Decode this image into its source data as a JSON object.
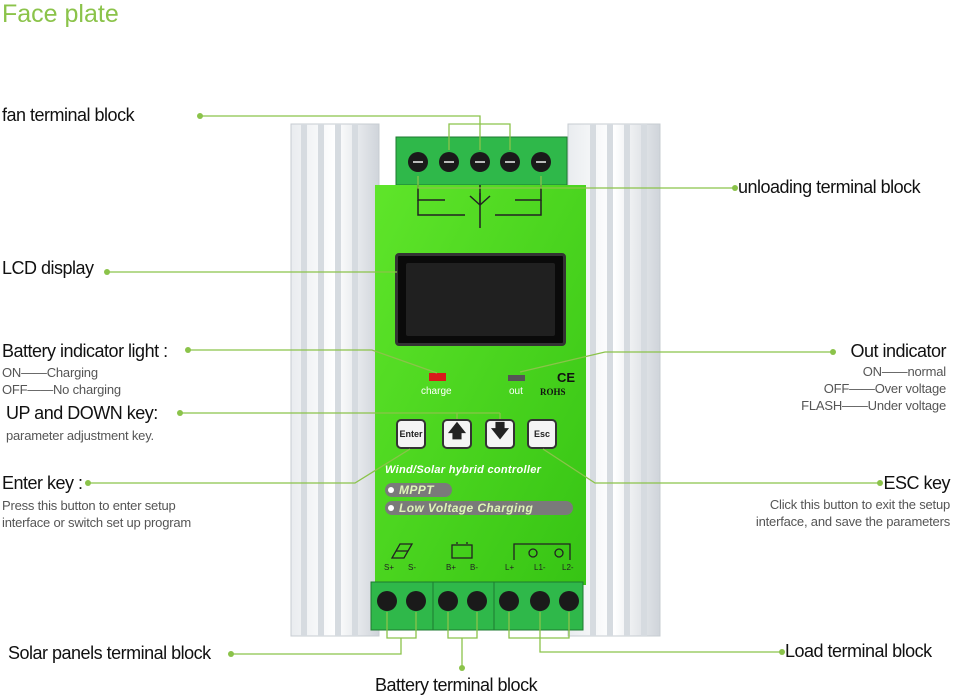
{
  "title": "Face plate",
  "labels": {
    "fan": "fan terminal block",
    "unloading": "unloading terminal block",
    "lcd": "LCD display",
    "battery_light": "Battery indicator light :",
    "battery_light_on": "ON——Charging",
    "battery_light_off": "OFF——No charging",
    "updown": "UP and DOWN key:",
    "updown_desc": "parameter adjustment key.",
    "enter": "Enter key :",
    "enter_desc_1": "Press this button to enter setup",
    "enter_desc_2": "interface or switch set up program",
    "out": "Out indicator",
    "out_on": "ON——normal",
    "out_off": "OFF——Over voltage",
    "out_flash": "FLASH——Under voltage",
    "esc": "ESC key",
    "esc_desc_1": "Click this button to exit the setup",
    "esc_desc_2": "interface, and save the parameters",
    "solar": "Solar panels terminal block",
    "battery_block": "Battery terminal block",
    "load": "Load terminal block"
  },
  "device": {
    "charge": "charge",
    "out": "out",
    "ce": "CE",
    "rohs": "ROHS",
    "enter_btn": "Enter",
    "up_btn": "🡅",
    "down_btn": "🡇",
    "esc_btn": "Esc",
    "controller": "Wind/Solar hybrid controller",
    "mppt": "MPPT",
    "low_voltage": "Low Voltage Charging",
    "s_pos": "S+",
    "s_neg": "S-",
    "b_pos": "B+",
    "b_neg": "B-",
    "l_pos": "L+",
    "l1": "L1-",
    "l2": "L2-"
  },
  "colors": {
    "accent": "#8bc34a",
    "panel_green": "#4cd91e",
    "terminal_green": "#2fb84a"
  }
}
